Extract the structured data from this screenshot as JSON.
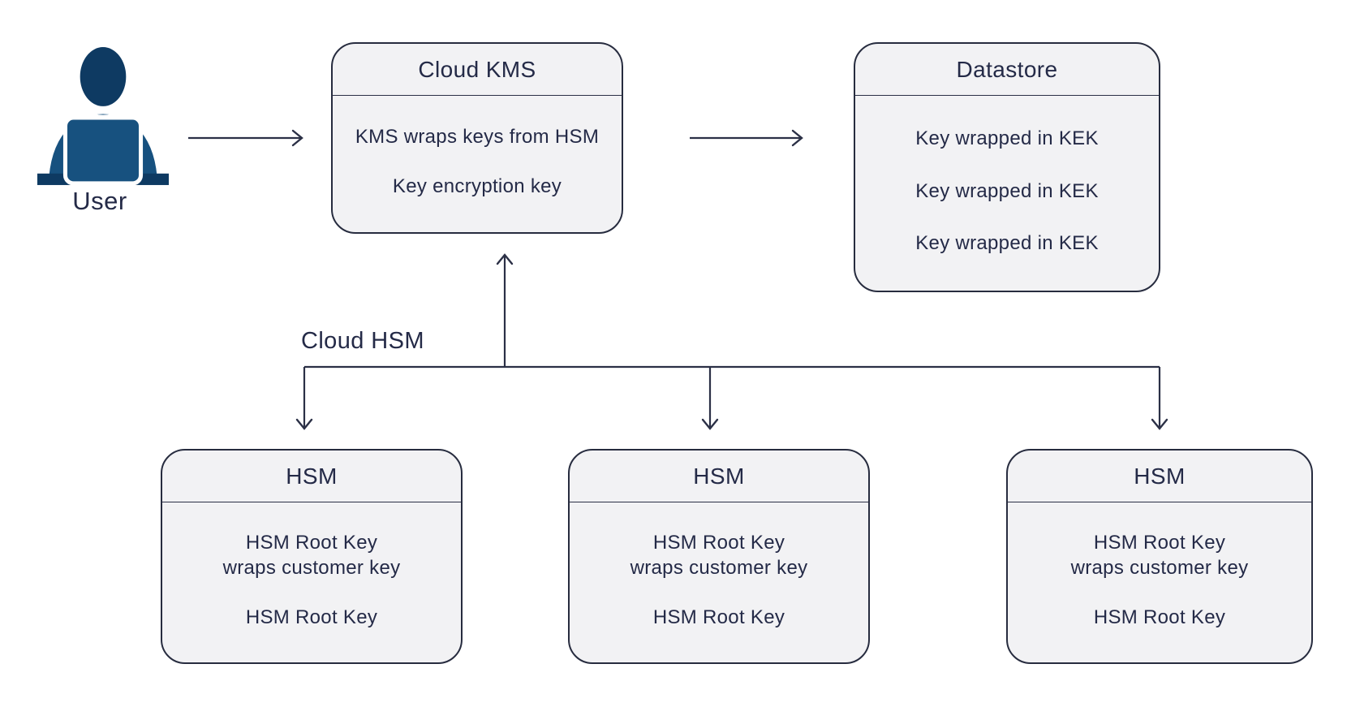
{
  "colors": {
    "background": "#ffffff",
    "node_fill": "#f2f2f4",
    "node_border": "#272c3f",
    "divider": "#2b3046",
    "text": "#242a47",
    "arrow": "#2b3046",
    "icon_dark": "#0e3a62",
    "icon_mid": "#17517f"
  },
  "user": {
    "label": "User"
  },
  "cloud_kms": {
    "title": "Cloud KMS",
    "items": [
      "KMS wraps keys from HSM",
      "Key encryption key"
    ]
  },
  "datastore": {
    "title": "Datastore",
    "items": [
      "Key wrapped in KEK",
      "Key wrapped in KEK",
      "Key wrapped in KEK"
    ]
  },
  "cloud_hsm": {
    "label": "Cloud HSM"
  },
  "hsm_nodes": [
    {
      "title": "HSM",
      "item1_line1": "HSM Root Key",
      "item1_line2": "wraps customer key",
      "item2": "HSM Root Key"
    },
    {
      "title": "HSM",
      "item1_line1": "HSM Root Key",
      "item1_line2": "wraps customer key",
      "item2": "HSM Root Key"
    },
    {
      "title": "HSM",
      "item1_line1": "HSM Root Key",
      "item1_line2": "wraps customer key",
      "item2": "HSM Root Key"
    }
  ]
}
